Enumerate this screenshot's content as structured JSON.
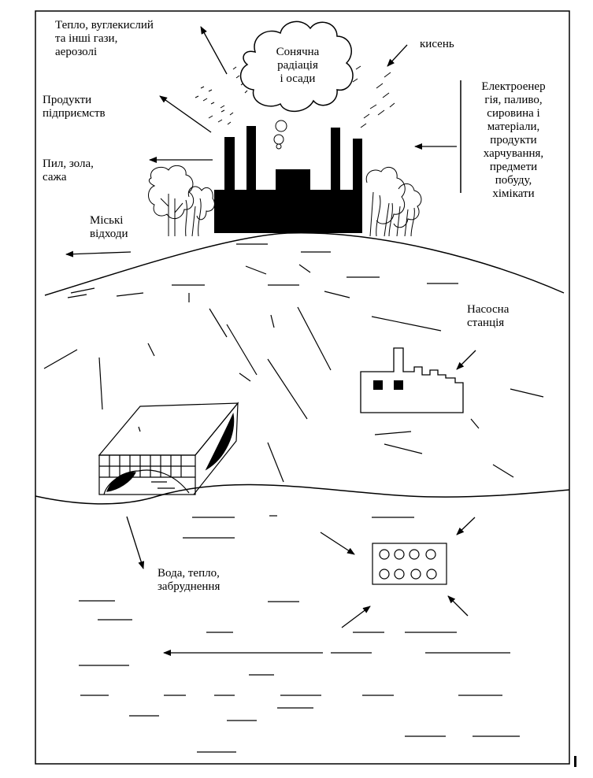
{
  "labels": {
    "heat_gases": "Тепло, вуглекислий\nта інші гази,\nаерозолі",
    "cloud": "Сонячна\nрадіація\nі осади",
    "oxygen": "кисень",
    "enterprise_products": "Продукти\nпідприємств",
    "dust": "Пил, зола,\nсажа",
    "urban_waste": "Міські\nвідходи",
    "inputs": "Електроенер\nгія, паливо,\nсировина і\nматеріали,\nпродукти\nхарчування,\nпредмети\nпобуду,\nхімікати",
    "pumping_station": "Насосна\nстанція",
    "water": "Вода, тепло,\nзабруднення"
  }
}
